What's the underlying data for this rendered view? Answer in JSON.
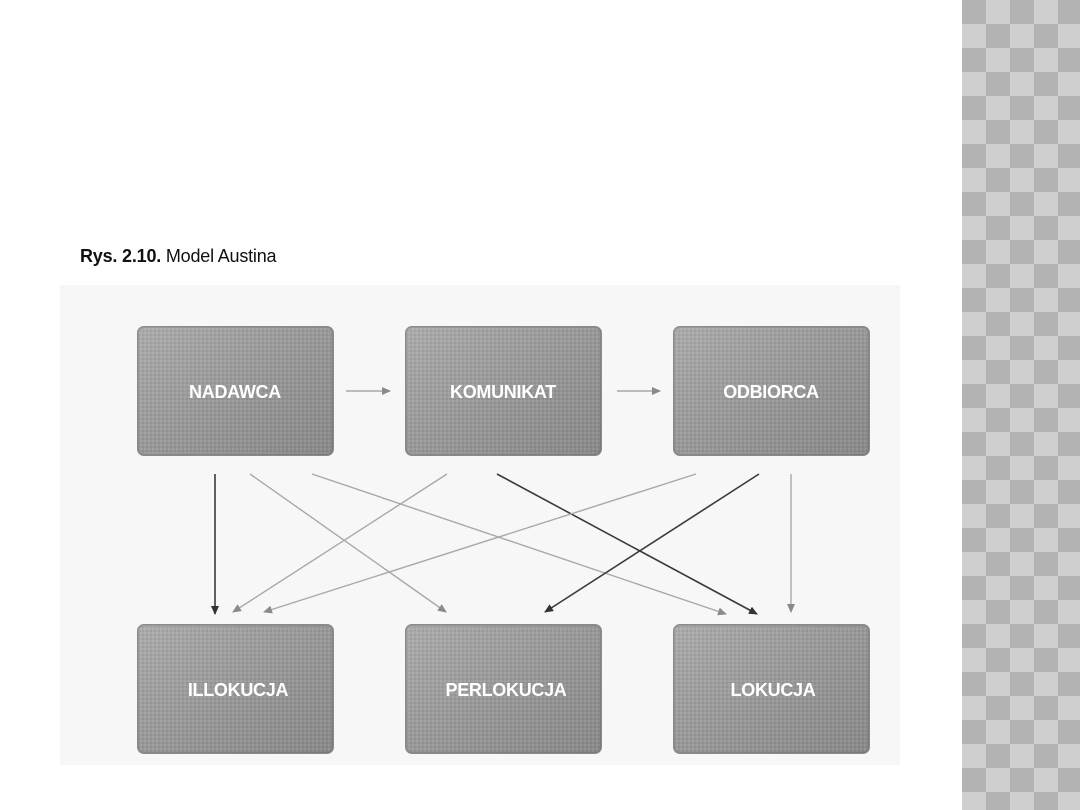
{
  "caption": {
    "lead": "Rys. 2.10.",
    "text": "Model Austina"
  },
  "boxes": [
    {
      "id": "nadawca",
      "label": "NADAWCA"
    },
    {
      "id": "komunikat",
      "label": "KOMUNIKAT"
    },
    {
      "id": "odbiorca",
      "label": "ODBIORCA"
    },
    {
      "id": "illokucja",
      "label": "ILLOKUCJA"
    },
    {
      "id": "perlokucja",
      "label": "PERLOKUCJA"
    },
    {
      "id": "lokucja",
      "label": "LOKUCJA"
    }
  ],
  "edges": [
    {
      "from": "nadawca",
      "to": "komunikat"
    },
    {
      "from": "komunikat",
      "to": "odbiorca"
    },
    {
      "from": "nadawca",
      "to": "illokucja"
    },
    {
      "from": "nadawca",
      "to": "perlokucja"
    },
    {
      "from": "nadawca",
      "to": "lokucja"
    },
    {
      "from": "komunikat",
      "to": "illokucja"
    },
    {
      "from": "komunikat",
      "to": "lokucja"
    },
    {
      "from": "odbiorca",
      "to": "illokucja"
    },
    {
      "from": "odbiorca",
      "to": "perlokucja"
    },
    {
      "from": "odbiorca",
      "to": "lokucja"
    }
  ],
  "colors": {
    "box_fill": "#9a9a9a",
    "box_border": "#7a7a7a",
    "label": "#ffffff",
    "side_panel": "#b3b3b3"
  }
}
